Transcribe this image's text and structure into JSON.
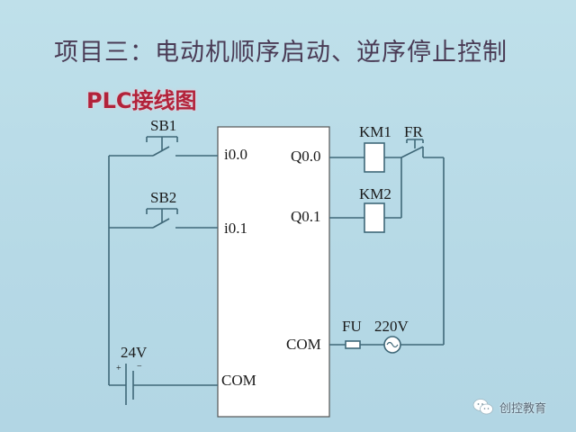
{
  "title": "项目三：电动机顺序启动、逆序停止控制",
  "subtitle": "PLC接线图",
  "plc": {
    "inputs": [
      "i0.0",
      "i0.1"
    ],
    "input_com": "COM",
    "outputs": [
      "Q0.0",
      "Q0.1"
    ],
    "output_com": "COM"
  },
  "components": {
    "sb1": "SB1",
    "sb2": "SB2",
    "km1": "KM1",
    "km2": "KM2",
    "fr": "FR",
    "fu": "FU",
    "ac_source": "220V",
    "dc_source": "24V",
    "dc_plus": "+",
    "dc_minus": "−"
  },
  "watermark": {
    "icon": "wechat-icon",
    "text": "创控教育"
  },
  "colors": {
    "background": "#b8dae6",
    "wire": "#3f6878",
    "title": "#4a3b55",
    "subtitle": "#b2223a",
    "plc_box": "#ffffff"
  }
}
